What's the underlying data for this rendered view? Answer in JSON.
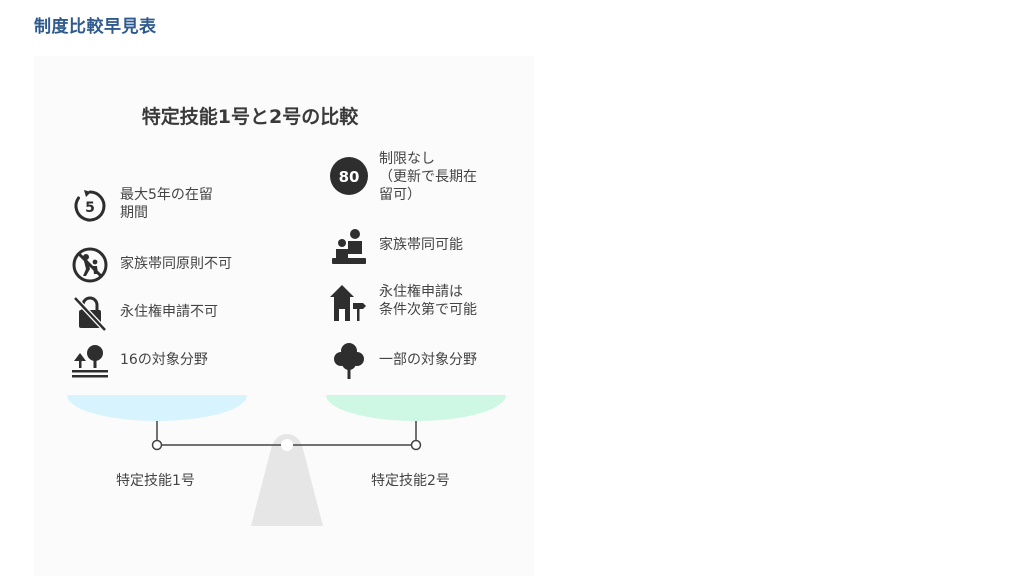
{
  "page_heading": "制度比較早見表",
  "diagram": {
    "title": "特定技能1号と2号の比較",
    "left": {
      "label": "特定技能1号",
      "items": [
        {
          "icon": "timer-five-icon",
          "text": "最大5年の在留\n期間"
        },
        {
          "icon": "no-family-icon",
          "text": "家族帯同原則不可"
        },
        {
          "icon": "locked-crossed-icon",
          "text": "永住権申請不可"
        },
        {
          "icon": "trees-field-icon",
          "text": "16の対象分野"
        }
      ]
    },
    "right": {
      "label": "特定技能2号",
      "badge": "80",
      "items": [
        {
          "icon": "eighty-badge-icon",
          "text": "制限なし\n（更新で長期在\n留可）"
        },
        {
          "icon": "family-icon",
          "text": "家族帯同可能"
        },
        {
          "icon": "house-signpost-icon",
          "text": "永住権申請は\n条件次第で可能"
        },
        {
          "icon": "tree-icon",
          "text": "一部の対象分野"
        }
      ]
    }
  },
  "colors": {
    "heading": "#2f5a8f",
    "pan_left": "#d7f3fd",
    "pan_right": "#cff8e4",
    "fulcrum": "#e6e6e6",
    "icon": "#2e2e2e"
  }
}
